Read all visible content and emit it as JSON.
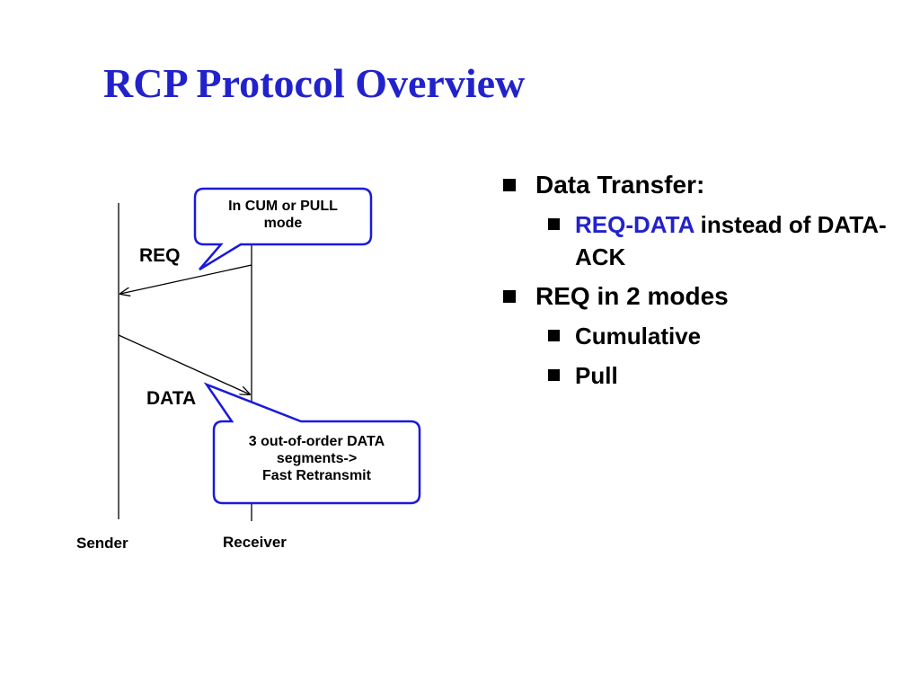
{
  "title": "RCP Protocol Overview",
  "diagram": {
    "sender_label": "Sender",
    "receiver_label": "Receiver",
    "req_label": "REQ",
    "data_label": "DATA",
    "callout_top": [
      "In CUM or PULL",
      "mode"
    ],
    "callout_bottom": [
      "3 out-of-order DATA",
      "segments->",
      "Fast Retransmit"
    ]
  },
  "bullets": {
    "data_transfer": "Data Transfer:",
    "req_data": "REQ-DATA",
    "req_data_rest": " instead of DATA-ACK",
    "req_modes": "REQ in 2 modes",
    "cumulative": "Cumulative",
    "pull": "Pull"
  },
  "colors": {
    "title": "#2222cc",
    "callout_border": "#1a1adc",
    "highlight": "#2222cc"
  }
}
